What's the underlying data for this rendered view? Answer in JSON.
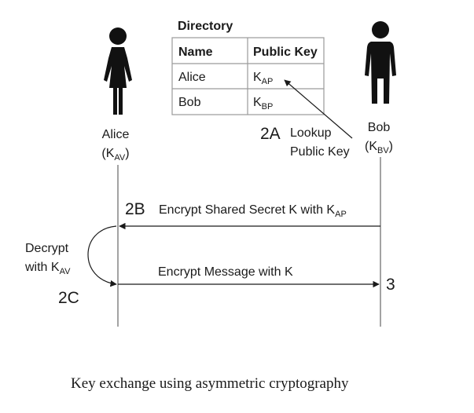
{
  "directory": {
    "title": "Directory",
    "headers": [
      "Name",
      "Public Key"
    ],
    "rows": [
      {
        "name": "Alice",
        "key_base": "K",
        "key_sub": "AP"
      },
      {
        "name": "Bob",
        "key_base": "K",
        "key_sub": "BP"
      }
    ]
  },
  "alice": {
    "name": "Alice",
    "key_open": "(K",
    "key_sub": "AV",
    "key_close": ")"
  },
  "bob": {
    "name": "Bob",
    "key_open": "(K",
    "key_sub": "BV",
    "key_close": ")"
  },
  "step_2a": {
    "num": "2A",
    "line1": "Lookup",
    "line2": "Public Key"
  },
  "step_2b": {
    "num": "2B",
    "text": "Encrypt Shared Secret K with K",
    "sub": "AP"
  },
  "decrypt": {
    "line1": "Decrypt",
    "line2": "with K",
    "sub": "AV"
  },
  "step_2c": {
    "num": "2C"
  },
  "message": {
    "text": "Encrypt Message with K"
  },
  "step_3": {
    "num": "3"
  },
  "caption": "Key exchange using asymmetric cryptography",
  "colors": {
    "ink": "#1a1a1a",
    "line": "#666666",
    "table_border": "#9a9a9a"
  }
}
